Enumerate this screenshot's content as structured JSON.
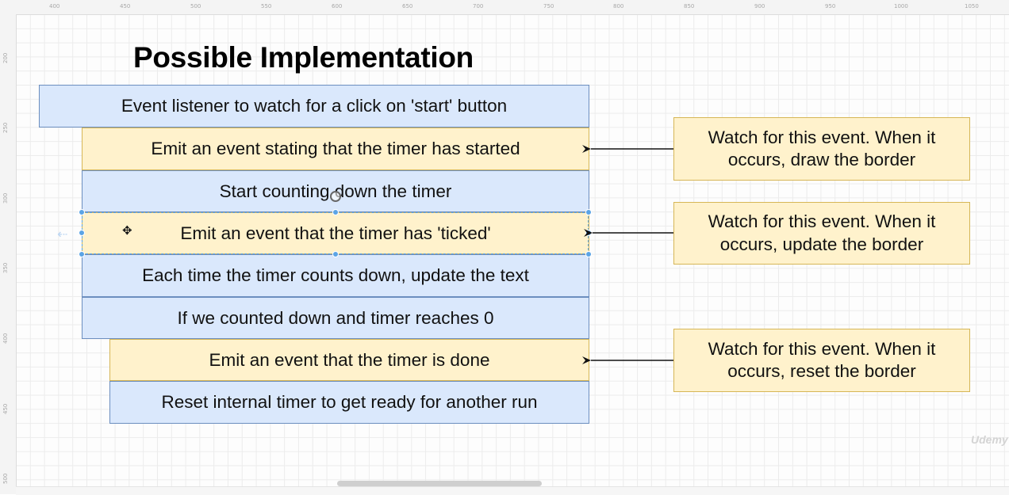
{
  "title": "Possible Implementation",
  "steps": [
    {
      "text": "Event listener to watch for a click on 'start' button",
      "kind": "blue"
    },
    {
      "text": "Emit an event stating that the timer has started",
      "kind": "yellow"
    },
    {
      "text": "Start counting down the timer",
      "kind": "blue"
    },
    {
      "text": "Emit an event that the timer has 'ticked'",
      "kind": "yellow"
    },
    {
      "text": "Each time the timer counts down, update the text",
      "kind": "blue"
    },
    {
      "text": "If we counted down and timer reaches 0",
      "kind": "blue"
    },
    {
      "text": "Emit an event that the timer is done",
      "kind": "yellow"
    },
    {
      "text": "Reset internal timer to get ready for another run",
      "kind": "blue"
    }
  ],
  "notes": [
    {
      "line1": "Watch for this event.  When it",
      "line2": "occurs, draw the border"
    },
    {
      "line1": "Watch for this event.  When it",
      "line2": "occurs, update the border"
    },
    {
      "line1": "Watch for this event.  When it",
      "line2": "occurs, reset the border"
    }
  ],
  "ruler": {
    "top": [
      "400",
      "450",
      "500",
      "550",
      "600",
      "650",
      "700",
      "750",
      "800",
      "850",
      "900",
      "950",
      "1000",
      "1050"
    ],
    "left": [
      "200",
      "250",
      "300",
      "350",
      "400",
      "450",
      "500"
    ]
  },
  "watermark": "Udemy",
  "colors": {
    "blue_fill": "#dae8fc",
    "blue_stroke": "#6c8ebf",
    "yellow_fill": "#fff2cc",
    "yellow_stroke": "#d6b656",
    "selection": "#5ba4e5"
  },
  "icons": {
    "move": "move-cursor-icon",
    "pointer": "rotate-cursor-icon",
    "ghost": "ghost-arrow-icon"
  }
}
